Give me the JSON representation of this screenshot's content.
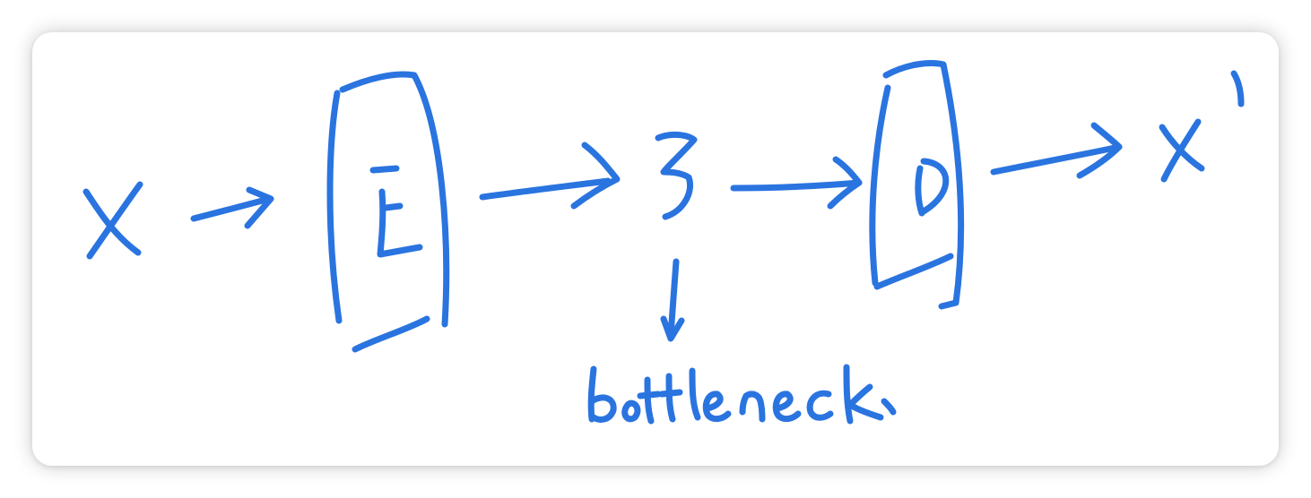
{
  "diagram": {
    "input": "x",
    "encoder": "E",
    "latent": "z",
    "decoder": "D",
    "output": "x'",
    "bottleneck_label": "bottleneck"
  },
  "colors": {
    "ink": "#2a74e0",
    "background": "#ffffff"
  }
}
